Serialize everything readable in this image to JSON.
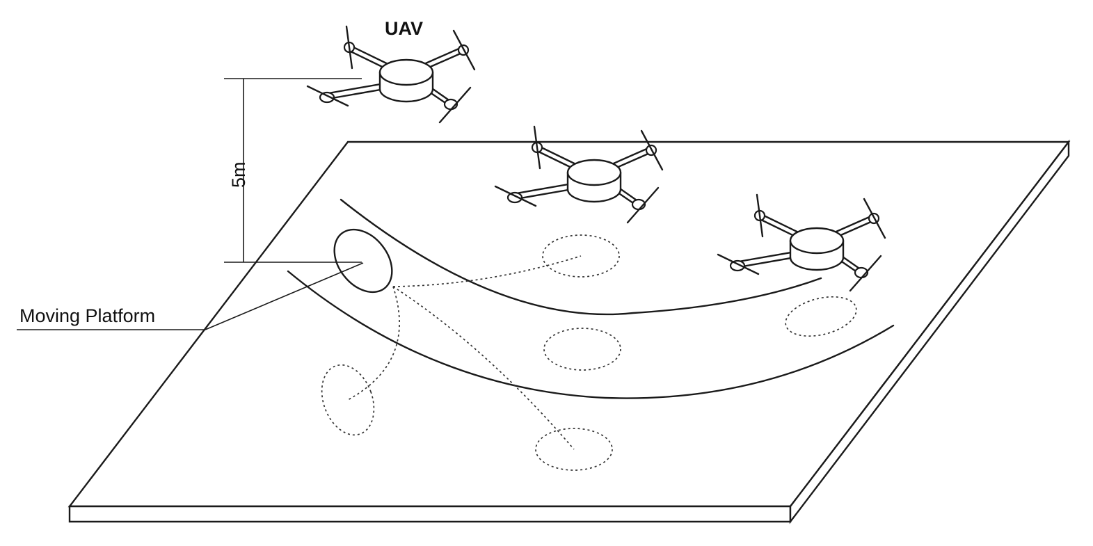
{
  "labels": {
    "uav": "UAV",
    "height": "5m",
    "platform": "Moving Platform"
  },
  "colors": {
    "ink": "#1a1a1a",
    "background": "#ffffff"
  }
}
